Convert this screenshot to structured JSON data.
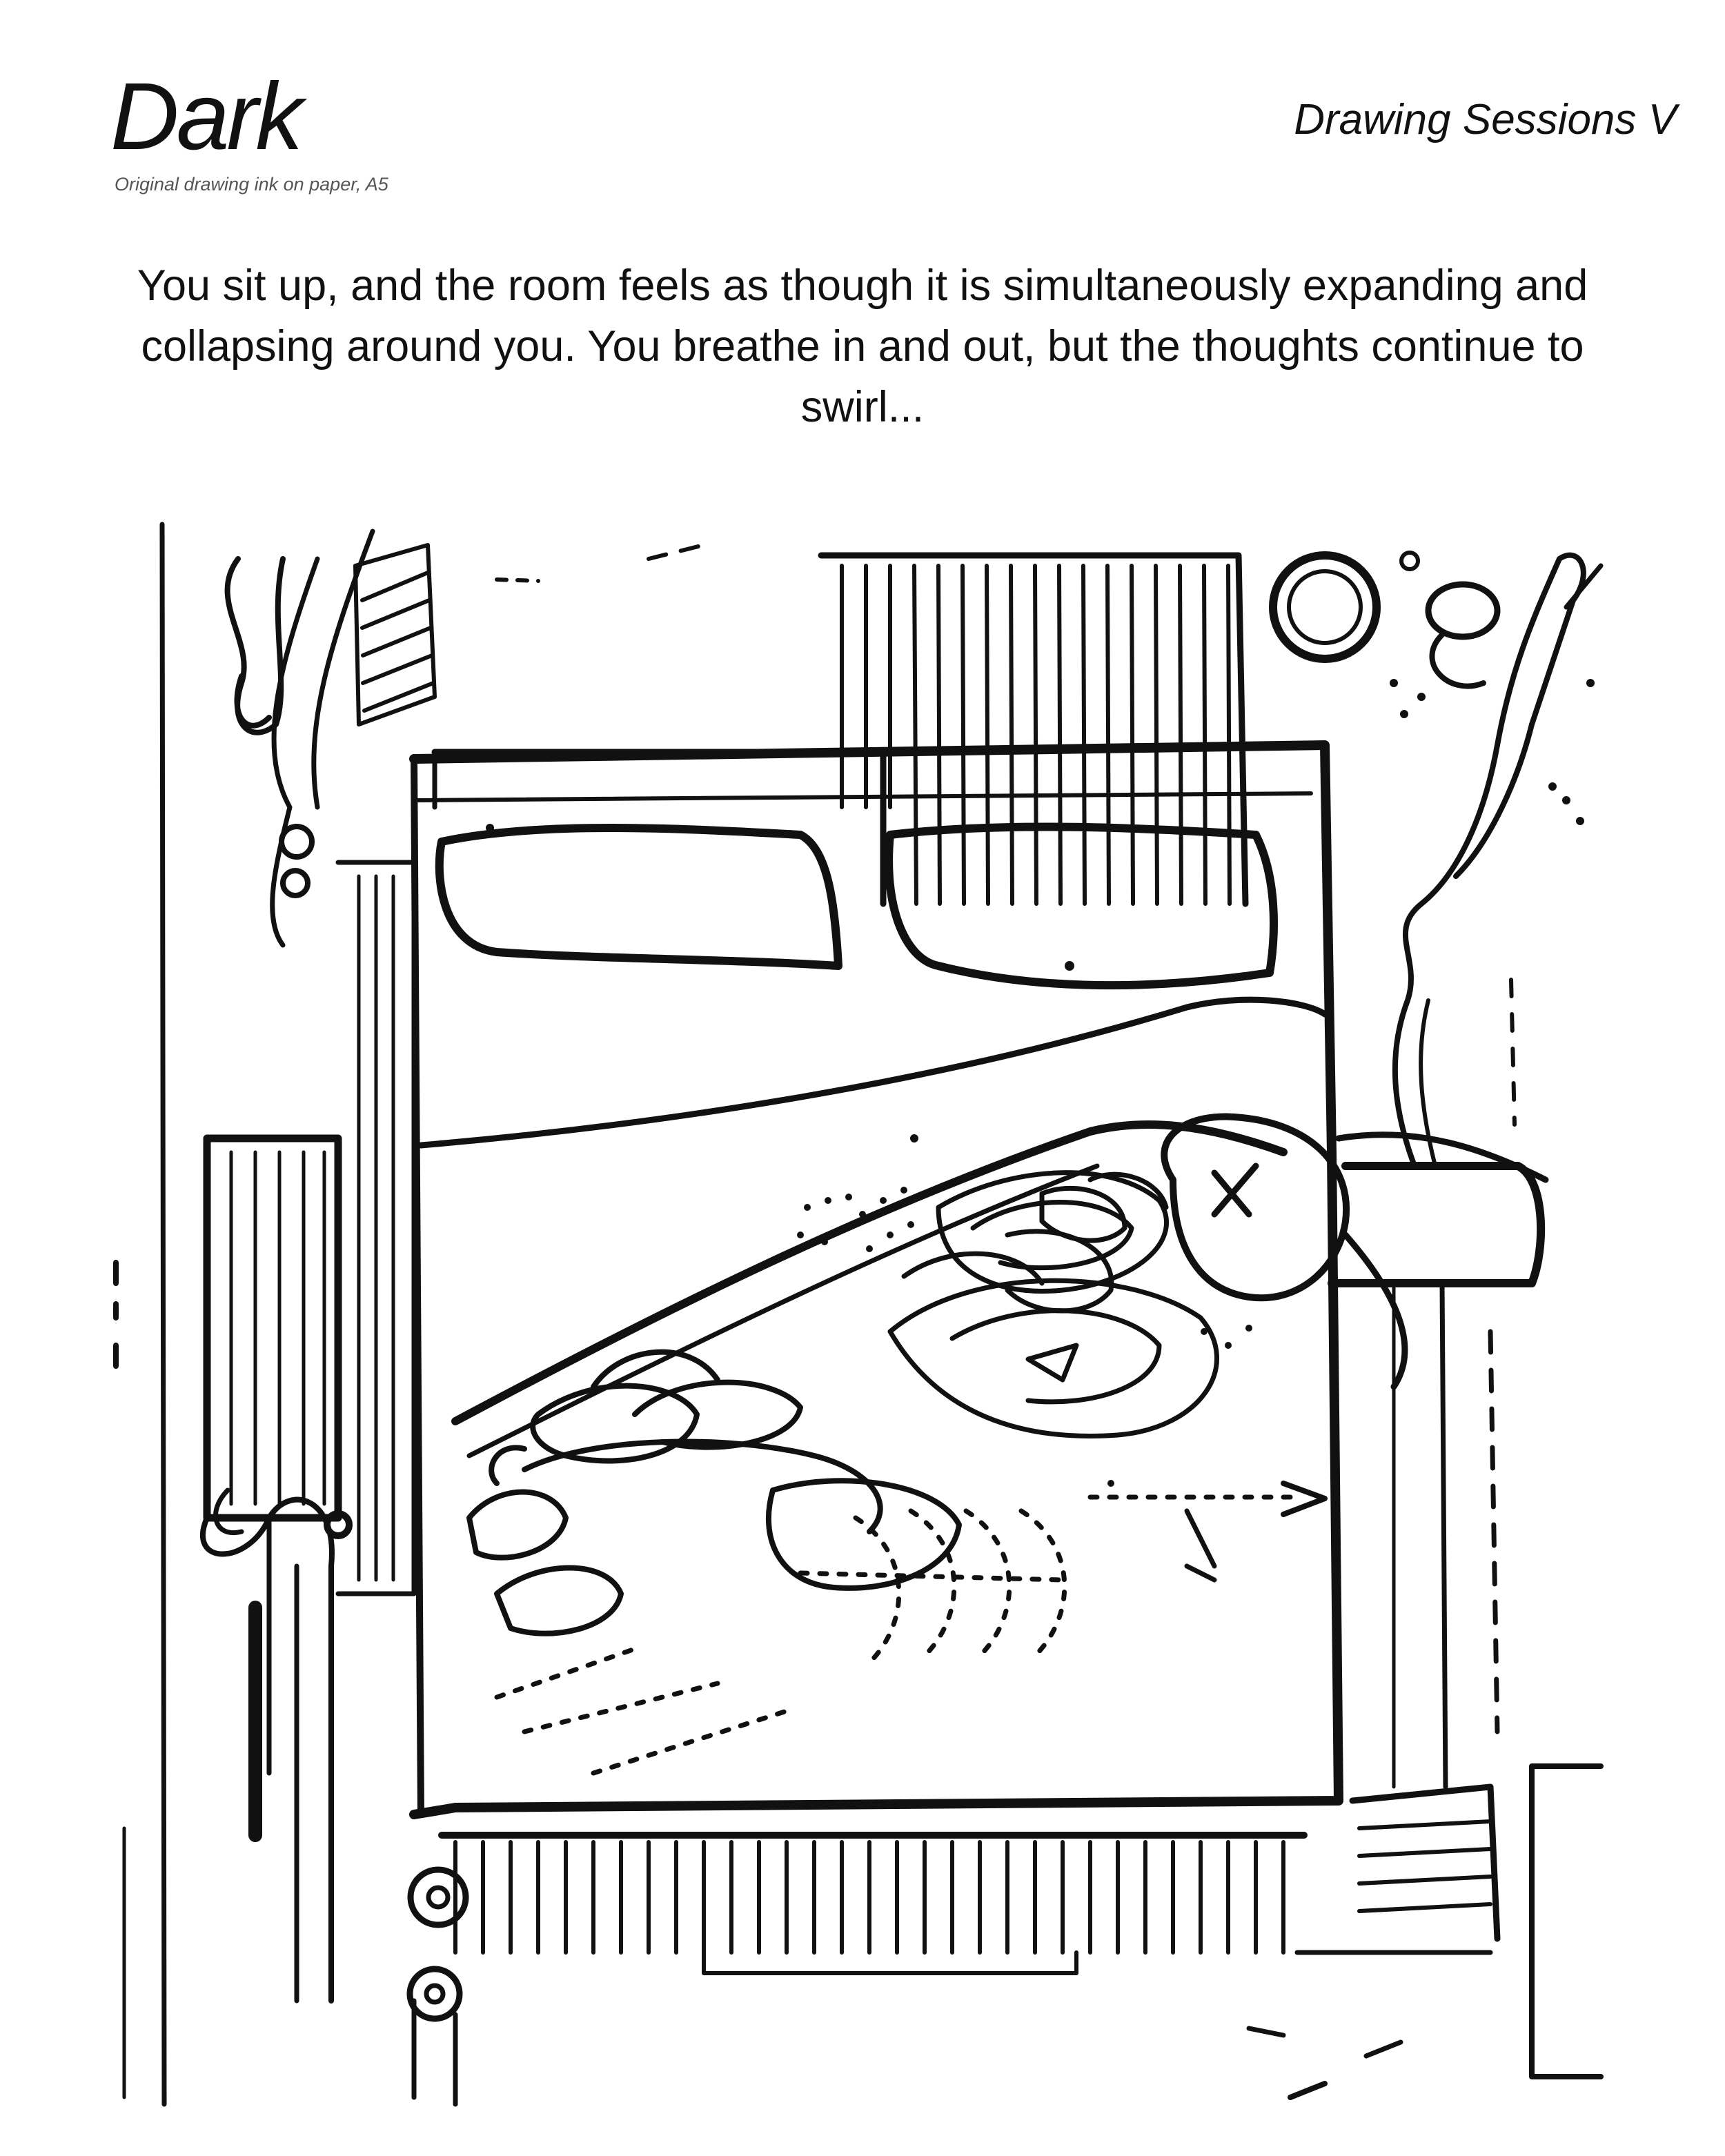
{
  "header": {
    "title": "Dark",
    "caption": "Original drawing ink on paper, A5",
    "series": "Drawing Sessions V"
  },
  "body": {
    "intro": "You sit up, and the room feels as though it is simultaneously expanding and collapsing around you. You breathe in and out, but the thoughts continue to swirl..."
  },
  "artwork": {
    "subject": "ink drawing of a bed seen from above with a swirling figure on it",
    "ink_color": "#111111",
    "paper_color": "#ffffff"
  }
}
